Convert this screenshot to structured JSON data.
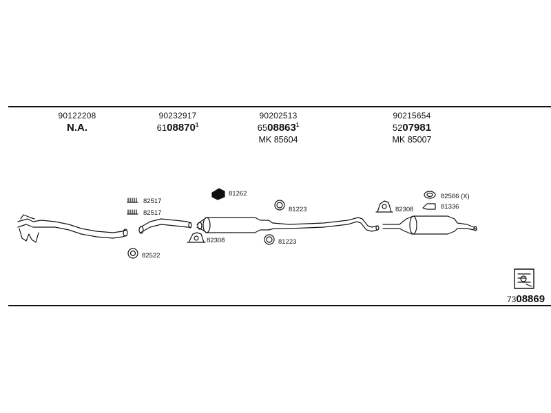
{
  "columns": [
    {
      "ref": "90122208",
      "main": "N.A.",
      "prefix": "",
      "suffix": "",
      "mk": ""
    },
    {
      "ref": "90232917",
      "main": "08870",
      "prefix": "61",
      "suffix": "1",
      "mk": ""
    },
    {
      "ref": "90202513",
      "main": "08863",
      "prefix": "65",
      "suffix": "1",
      "mk": "MK 85604"
    },
    {
      "ref": "90215654",
      "main": "07981",
      "prefix": "52",
      "suffix": "",
      "mk": "MK 85007"
    }
  ],
  "parts": {
    "clamp_a": "82517",
    "clamp_b": "82517",
    "gasket_a": "82522",
    "bracket_a": "81262",
    "hanger_a": "82308",
    "ring_a": "81223",
    "ring_b": "81223",
    "hanger_b": "82308",
    "ring_c": "82566 (X)",
    "ring_d": "81336"
  },
  "kit": {
    "prefix": "73",
    "main": "08869"
  }
}
